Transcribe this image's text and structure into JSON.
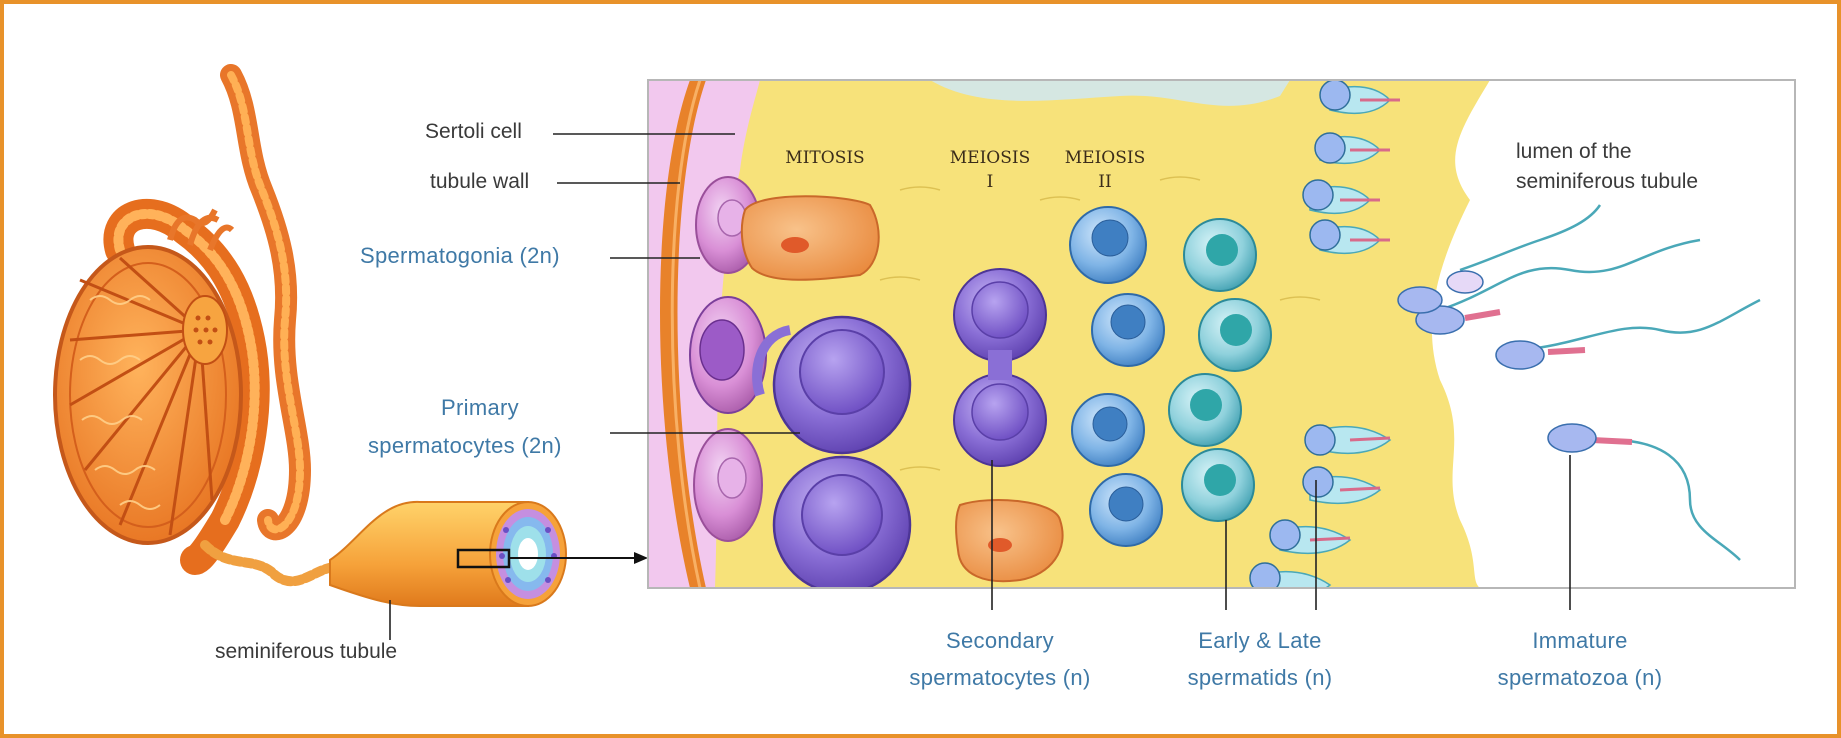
{
  "labels": {
    "sertoli_cell": "Sertoli cell",
    "tubule_wall": "tubule wall",
    "spermatogonia": "Spermatogonia (2n)",
    "primary_line1": "Primary",
    "primary_line2": "spermatocytes  (2n)",
    "seminiferous_tubule": "seminiferous tubule",
    "lumen_line1": "lumen of the",
    "lumen_line2": "seminiferous tubule",
    "secondary_line1": "Secondary",
    "secondary_line2": "spermatocytes (n)",
    "spermatids_line1": "Early & Late",
    "spermatids_line2": "spermatids (n)",
    "spermatozoa_line1": "Immature",
    "spermatozoa_line2": "spermatozoa (n)"
  },
  "stages": {
    "mitosis": "MITOSIS",
    "meiosis1_top": "MEIOSIS",
    "meiosis1_bottom": "I",
    "meiosis2_top": "MEIOSIS",
    "meiosis2_bottom": "II"
  },
  "colors": {
    "frame": "#e8922a",
    "label_blue": "#3f79a6",
    "label_gray": "#3a3a3a",
    "tissue_yellow": "#f7e27a",
    "tubule_orange": "#f08a2c",
    "spermatogonia_pink": "#d98fd6",
    "primary_purple": "#8a6fd6",
    "spermatid_teal": "#7fc9d8"
  }
}
